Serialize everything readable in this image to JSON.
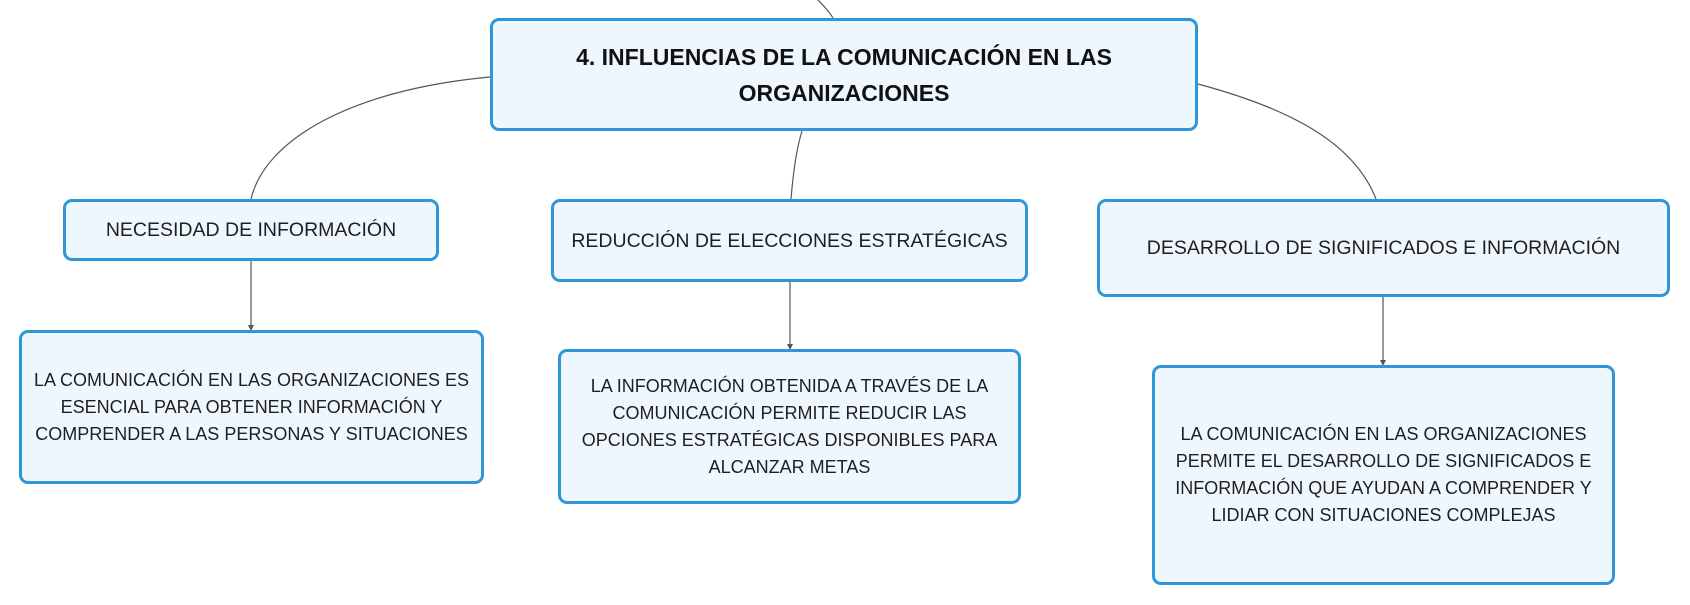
{
  "diagram": {
    "root": {
      "label": "4. INFLUENCIAS DE LA COMUNICACIÓN EN LAS ORGANIZACIONES"
    },
    "branches": [
      {
        "topic": "NECESIDAD DE INFORMACIÓN",
        "detail": "LA COMUNICACIÓN EN LAS ORGANIZACIONES ES ESENCIAL PARA OBTENER INFORMACIÓN Y COMPRENDER A LAS PERSONAS Y SITUACIONES"
      },
      {
        "topic": "REDUCCIÓN DE ELECCIONES ESTRATÉGICAS",
        "detail": "LA INFORMACIÓN OBTENIDA A TRAVÉS DE LA COMUNICACIÓN PERMITE REDUCIR LAS OPCIONES ESTRATÉGICAS DISPONIBLES PARA ALCANZAR METAS"
      },
      {
        "topic": "DESARROLLO DE SIGNIFICADOS E INFORMACIÓN",
        "detail": "LA COMUNICACIÓN EN LAS ORGANIZACIONES PERMITE EL DESARROLLO DE SIGNIFICADOS E INFORMACIÓN QUE AYUDAN A COMPRENDER Y LIDIAR CON SITUACIONES COMPLEJAS"
      }
    ],
    "colors": {
      "node_border": "#2f96d8",
      "node_fill": "#eff7fe",
      "connector": "#555555",
      "text": "#1f1f1f"
    }
  }
}
